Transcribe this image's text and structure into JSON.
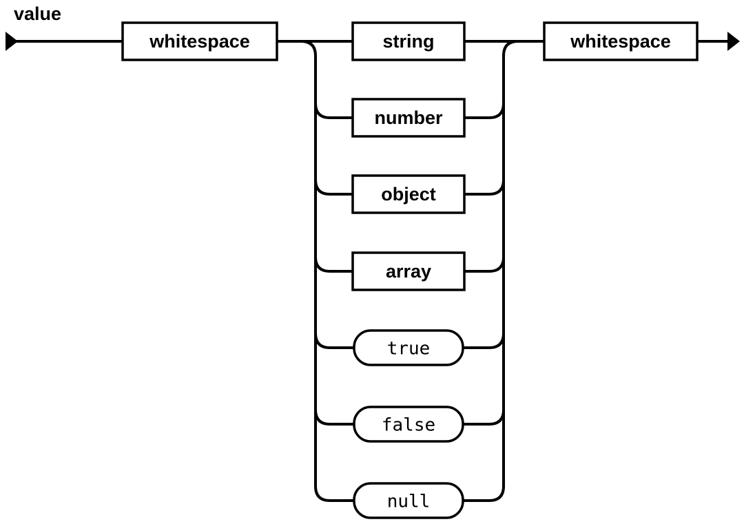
{
  "diagram": {
    "title": "value",
    "pre": {
      "label": "whitespace",
      "kind": "non-terminal"
    },
    "post": {
      "label": "whitespace",
      "kind": "non-terminal"
    },
    "alternatives": [
      {
        "label": "string",
        "kind": "non-terminal"
      },
      {
        "label": "number",
        "kind": "non-terminal"
      },
      {
        "label": "object",
        "kind": "non-terminal"
      },
      {
        "label": "array",
        "kind": "non-terminal"
      },
      {
        "label": "true",
        "kind": "terminal"
      },
      {
        "label": "false",
        "kind": "terminal"
      },
      {
        "label": "null",
        "kind": "terminal"
      }
    ],
    "colors": {
      "line": "#000000",
      "box_fill": "#ffffff",
      "background": "#ffffff",
      "text": "#000000"
    }
  }
}
